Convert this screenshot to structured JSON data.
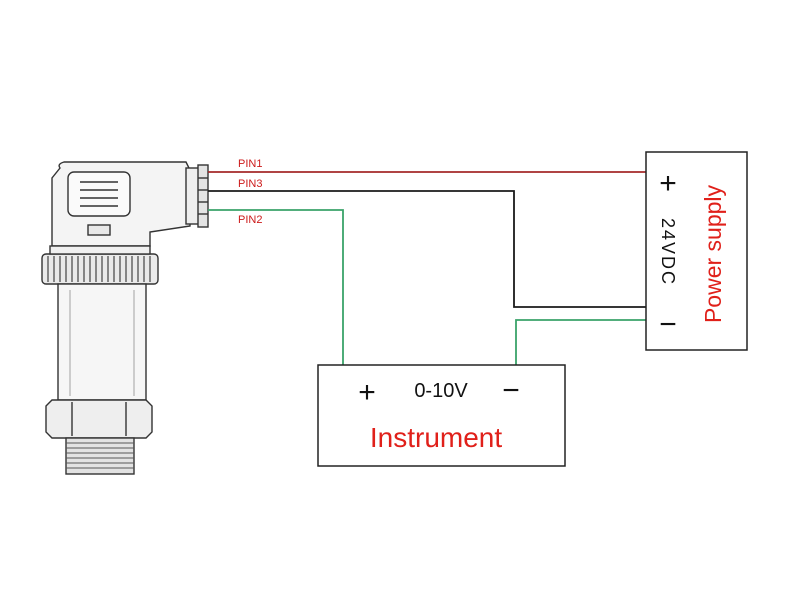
{
  "wires": {
    "pin1_label": "PIN1",
    "pin3_label": "PIN3",
    "pin2_label": "PIN2"
  },
  "power_supply": {
    "title": "Power supply",
    "voltage": "24VDC",
    "plus": "+",
    "minus": "−"
  },
  "instrument": {
    "title": "Instrument",
    "range": "0-10V",
    "plus": "+",
    "minus": "−"
  },
  "colors": {
    "pin1_wire": "#a52a2a",
    "pin3_wire": "#1a1a1a",
    "pin2_wire": "#3aa36a",
    "label_red": "#e0201a",
    "outline": "#222222"
  },
  "icons": {
    "sensor": "pressure-transmitter-icon"
  }
}
